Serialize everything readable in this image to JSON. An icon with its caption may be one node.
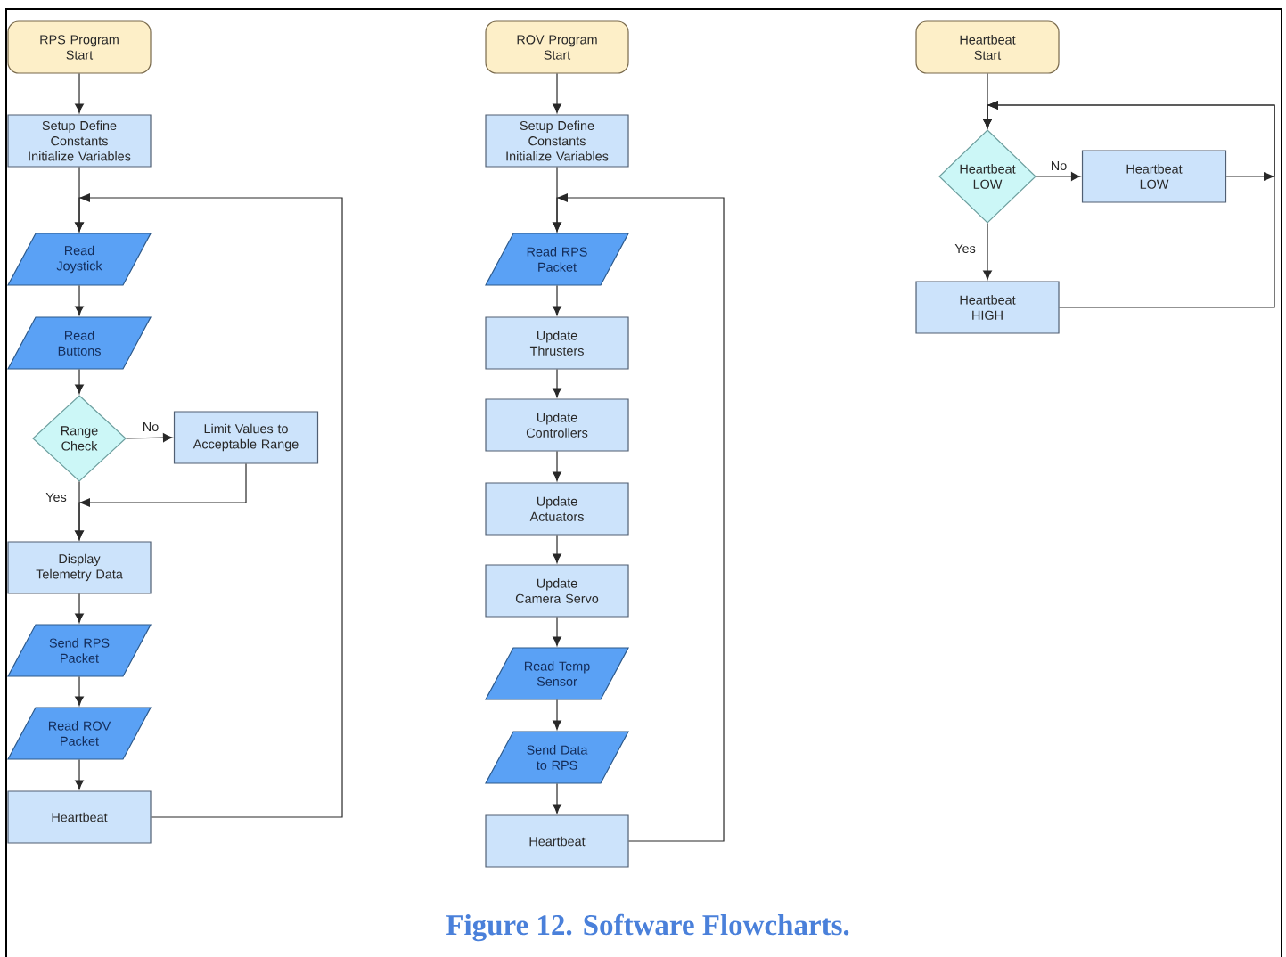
{
  "diagram": {
    "caption": "Figure 12. Software Flowcharts.",
    "nodes": [
      {
        "text": [
          "RPS Program Start"
        ]
      },
      {
        "text": [
          "Setup Define Constants Initialize Variables"
        ]
      },
      {
        "text": [
          "Read Joystick"
        ]
      },
      {
        "text": [
          "Read Buttons"
        ]
      },
      {
        "text": [
          "Range Check"
        ]
      },
      {
        "text": [
          "Limit Values to Acceptable Range"
        ]
      },
      {
        "text": [
          "Display Telemetry Data"
        ]
      },
      {
        "text": [
          "Send RPS Packet"
        ]
      },
      {
        "text": [
          "Read ROV Packet"
        ]
      },
      {
        "text": [
          "Heartbeat"
        ]
      },
      {
        "text": [
          "ROV Program Start"
        ]
      },
      {
        "text": [
          "Setup Define Constants Initialize Variables"
        ]
      },
      {
        "text": [
          "Read RPS Packet"
        ]
      },
      {
        "text": [
          "Update Thrusters"
        ]
      },
      {
        "text": [
          "Update Controllers"
        ]
      },
      {
        "text": [
          "Update Actuators"
        ]
      },
      {
        "text": [
          "Update Camera Servo"
        ]
      },
      {
        "text": [
          "Read Temp Sensor"
        ]
      },
      {
        "text": [
          "Send Data to RPS"
        ]
      },
      {
        "text": [
          "Heartbeat"
        ]
      },
      {
        "text": [
          "Heartbeat Start"
        ]
      },
      {
        "text": [
          "Heartbeat LOW"
        ]
      },
      {
        "text": [
          "Heartbeat LOW"
        ]
      },
      {
        "text": [
          "Heartbeat HIGH"
        ]
      }
    ],
    "edges": [
      {
        "from": 0,
        "to": 1,
        "arrow": "to"
      },
      {
        "from": 1,
        "to": 2,
        "arrow": "to"
      },
      {
        "from": 2,
        "to": 3,
        "arrow": "to"
      },
      {
        "from": 3,
        "to": 4,
        "arrow": "to"
      },
      {
        "from": 4,
        "to": 5,
        "arrow": "to",
        "label": "No"
      },
      {
        "from": 4,
        "to": 6,
        "arrow": "to",
        "label": "Yes"
      },
      {
        "from": 5,
        "to": 6,
        "arrow": "to"
      },
      {
        "from": 6,
        "to": 7,
        "arrow": "to"
      },
      {
        "from": 7,
        "to": 8,
        "arrow": "to"
      },
      {
        "from": 8,
        "to": 9,
        "arrow": "to"
      },
      {
        "from": 9,
        "to": 2,
        "arrow": "to"
      },
      {
        "from": 10,
        "to": 11,
        "arrow": "to"
      },
      {
        "from": 11,
        "to": 12,
        "arrow": "to"
      },
      {
        "from": 12,
        "to": 13,
        "arrow": "to"
      },
      {
        "from": 13,
        "to": 14,
        "arrow": "to"
      },
      {
        "from": 14,
        "to": 15,
        "arrow": "to"
      },
      {
        "from": 15,
        "to": 16,
        "arrow": "to"
      },
      {
        "from": 16,
        "to": 17,
        "arrow": "to"
      },
      {
        "from": 17,
        "to": 18,
        "arrow": "to"
      },
      {
        "from": 18,
        "to": 19,
        "arrow": "to"
      },
      {
        "from": 19,
        "to": 12,
        "arrow": "to"
      },
      {
        "from": 20,
        "to": 21,
        "arrow": "to"
      },
      {
        "from": 21,
        "to": 22,
        "arrow": "to",
        "label": "No"
      },
      {
        "from": 21,
        "to": 23,
        "arrow": "to",
        "label": "Yes"
      },
      {
        "from": 22,
        "to": 21,
        "arrow": "to"
      },
      {
        "from": 23,
        "to": 21,
        "arrow": "to"
      }
    ]
  }
}
